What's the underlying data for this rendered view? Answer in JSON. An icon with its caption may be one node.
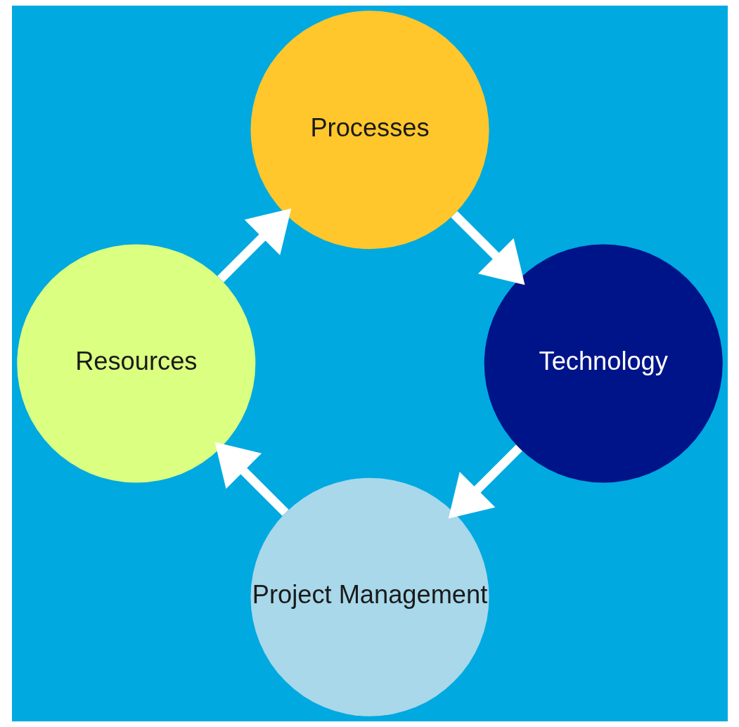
{
  "diagram": {
    "nodes": [
      {
        "text": [
          "Project Management"
        ]
      },
      {
        "text": [
          "Resources"
        ]
      },
      {
        "text": [
          "Processes"
        ]
      },
      {
        "text": [
          "Technology"
        ]
      }
    ],
    "edges": [
      {
        "from": 0,
        "to": 1,
        "arrow": "to"
      },
      {
        "from": 1,
        "to": 2,
        "arrow": "to"
      },
      {
        "from": 2,
        "to": 3,
        "arrow": "to"
      },
      {
        "from": 3,
        "to": 0,
        "arrow": "to"
      }
    ]
  }
}
